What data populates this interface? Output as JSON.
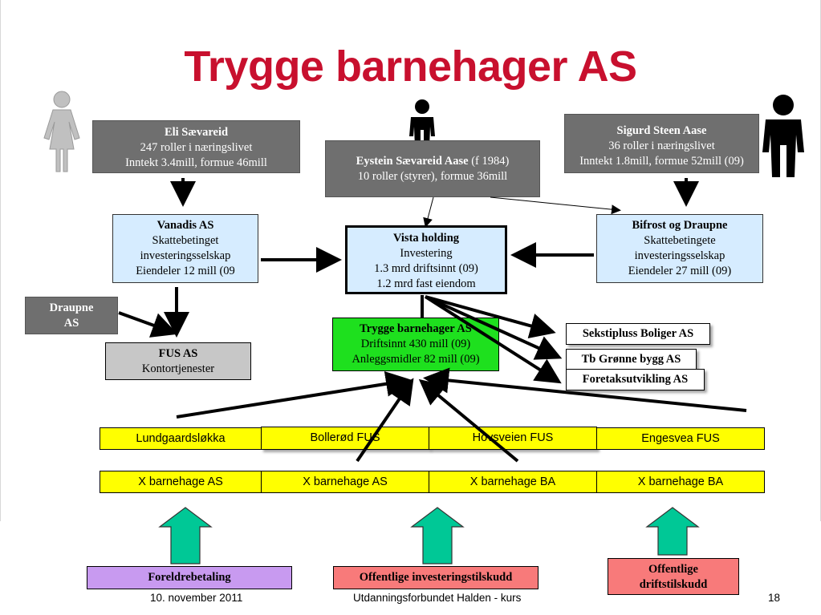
{
  "title": "Trygge barnehager AS",
  "persons": {
    "eli": {
      "name": "Eli Sævareid",
      "line1": "247 roller i næringslivet",
      "line2": "Inntekt 3.4mill, formue 46mill"
    },
    "eystein": {
      "name": "Eystein Sævareid Aase",
      "born": " (f 1984)",
      "line1": "10 roller (styrer), formue 36mill"
    },
    "sigurd": {
      "name": "Sigurd Steen Aase",
      "line1": "36 roller i næringslivet",
      "line2": "Inntekt 1.8mill, formue 52mill (09)"
    }
  },
  "companies": {
    "vanadis": {
      "name": "Vanadis AS",
      "line1": "Skattebetinget",
      "line2": "investeringsselskap",
      "line3": "Eiendeler 12 mill (09"
    },
    "vista": {
      "name": "Vista holding",
      "line1": "Investering",
      "line2": "1.3 mrd driftsinnt (09)",
      "line3": "1.2 mrd fast eiendom"
    },
    "bifrost": {
      "name": "Bifrost og Draupne",
      "line1": "Skattebetingete",
      "line2": "investeringsselskap",
      "line3": "Eiendeler 27 mill (09)"
    },
    "draupne": {
      "line1": "Draupne",
      "line2": "AS"
    },
    "fus": {
      "name": "FUS AS",
      "line1": "Kontortjenester"
    },
    "trygge": {
      "name": "Trygge barnehager AS",
      "line1": "Driftsinnt 430 mill (09)",
      "line2": "Anleggsmidler 82 mill (09)"
    },
    "sekstipluss": "Sekstipluss Boliger AS",
    "tbgronne": "Tb Grønne bygg AS",
    "foretak": "Foretaksutvikling AS"
  },
  "kindergartens_row1": [
    "Lundgaardsløkka",
    "Bollerød FUS",
    "Hovsveien FUS",
    "Engesvea FUS"
  ],
  "kindergartens_row2": [
    "X barnehage AS",
    "X barnehage AS",
    "X barnehage BA",
    "X barnehage BA"
  ],
  "funding": {
    "foreldre": "Foreldrebetaling",
    "investering": "Offentlige investeringstilskudd",
    "drift_line1": "Offentlige",
    "drift_line2": "driftstilskudd"
  },
  "footer": {
    "date": "10. november 2011",
    "center": "Utdanningsforbundet Halden - kurs",
    "page": "18"
  },
  "colors": {
    "title": "#c8102e",
    "arrow_up": "#00c896"
  }
}
